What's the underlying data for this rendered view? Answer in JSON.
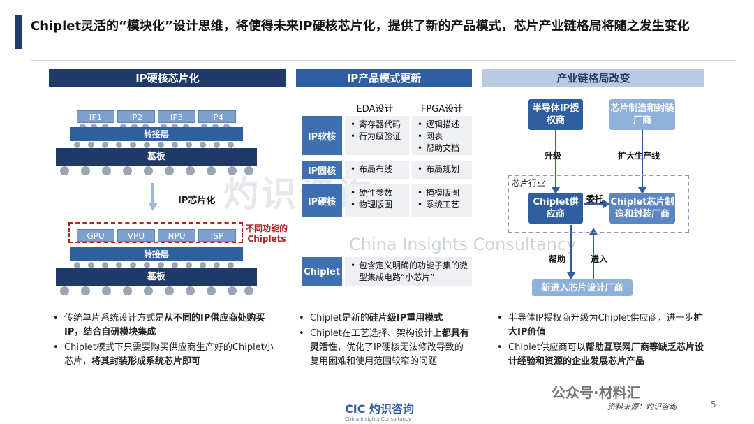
{
  "title": "Chiplet灵活的“模块化”设计思维，将使得未来IP硬核芯片化，提供了新的产品模式，芯片产业链格局将随之发生变化",
  "columns": {
    "left": "IP硬核芯片化",
    "middle": "IP产品模式更新",
    "right": "产业链格局改变"
  },
  "chip_top": {
    "ips": [
      "IP1",
      "IP2",
      "IP3",
      "IP4"
    ],
    "interposer": "转接层",
    "substrate": "基板"
  },
  "arrow_label": "IP芯片化",
  "chip_bottom": {
    "ips": [
      "GPU",
      "VPU",
      "NPU",
      "ISP"
    ],
    "interposer": "转接层",
    "substrate": "基板",
    "note_line1": "不同功能的",
    "note_line2": "Chiplets"
  },
  "table": {
    "col1": "EDA设计",
    "col2": "FPGA设计",
    "rows": [
      {
        "label": "IP软核",
        "eda": [
          "寄存器代码",
          "行为级验证"
        ],
        "fpga": [
          "逻辑描述",
          "网表",
          "帮助文档"
        ]
      },
      {
        "label": "IP固核",
        "eda": [
          "布局布线"
        ],
        "fpga": [
          "布局规划"
        ]
      },
      {
        "label": "IP硬核",
        "eda": [
          "硬件参数",
          "物理版图"
        ],
        "fpga": [
          "掩模版图",
          "系统工艺"
        ]
      }
    ],
    "chiplet_label": "Chiplet",
    "chiplet_text": [
      "包含定义明确的功能子集的微型集成电路“小芯片”"
    ]
  },
  "flow": {
    "box_ip": "半导体IP授权商",
    "box_fab": "芯片制造和封装厂商",
    "lbl_upgrade": "升级",
    "lbl_expand": "扩大生产线",
    "industry": "芯片行业",
    "box_supplier": "Chiplet供应商",
    "lbl_commission": "委托",
    "box_maker": "Chiplet芯片制造和封装厂商",
    "lbl_help": "帮助",
    "lbl_enter": "进入",
    "box_new": "新进入芯片设计厂商"
  },
  "bullets": {
    "left": [
      {
        "plain": "传统单片系统设计方式是",
        "bold": "从不同的IP供应商处购买IP，结合自研模块集成"
      },
      {
        "plain": "Chiplet模式下只需要购买供应商生产好的Chiplet小芯片，",
        "bold": "将其封装形成系统芯片即可"
      }
    ],
    "middle": [
      {
        "plain": "Chiplet是新的",
        "bold": "硅片级IP重用模式"
      },
      {
        "plain": "Chiplet在工艺选择、架构设计上",
        "bold": "都具有灵活性",
        "plain2": "，优化了IP硬核无法修改导致的复用困难和使用范围较窄的问题"
      }
    ],
    "right": [
      {
        "plain": "半导体IP授权商升级为Chiplet供应商，进一步",
        "bold": "扩大IP价值"
      },
      {
        "plain": "Chiplet供应商可以",
        "bold": "帮助互联网厂商等缺乏芯片设计经验和资源的企业发展芯片产品"
      }
    ]
  },
  "watermark": "灼识咨询",
  "watermark_en": "China Insights Consultancy",
  "wechat": "公众号·材料汇",
  "logo": "CIC 灼识咨询",
  "logo_en": "China Insights Consultancy",
  "source": "资料来源：灼识咨询",
  "page": "5"
}
